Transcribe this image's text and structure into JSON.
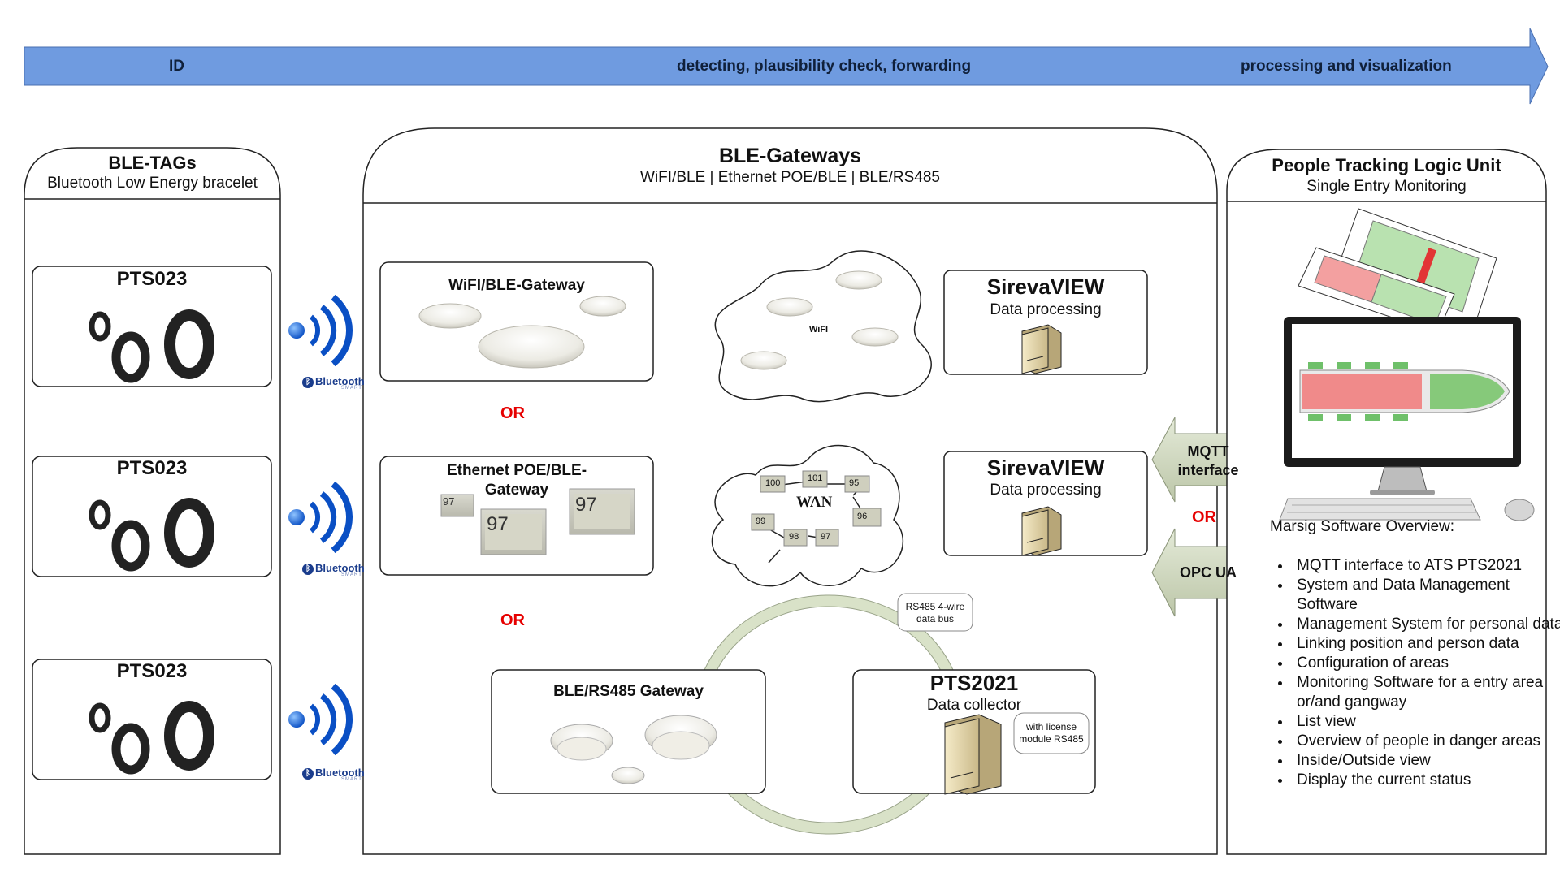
{
  "arrow": {
    "stage1": "ID",
    "stage2": "detecting, plausibility check, forwarding",
    "stage3": "processing and visualization",
    "color": "#6f9be0"
  },
  "tags_panel": {
    "title": "BLE-TAGs",
    "subtitle": "Bluetooth Low Energy bracelet",
    "tags": [
      {
        "label": "PTS023"
      },
      {
        "label": "PTS023"
      },
      {
        "label": "PTS023"
      }
    ],
    "bluetooth_logo": "Bluetooth",
    "bluetooth_smart": "SMART"
  },
  "gateways_panel": {
    "title": "BLE-Gateways",
    "subtitle": "WiFI/BLE | Ethernet POE/BLE | BLE/RS485",
    "wifi_gateway": "WiFI/BLE-Gateway",
    "ethernet_gateway": "Ethernet POE/BLE-\nGateway",
    "rs485_gateway": "BLE/RS485 Gateway",
    "or_label": "OR",
    "wifi_cloud_label": "WiFI",
    "wan_label": "WAN",
    "wan_nodes": [
      "100",
      "101",
      "95",
      "96",
      "99",
      "98",
      "97"
    ],
    "display_values": [
      "97",
      "97",
      "97"
    ],
    "rs485_callout": "RS485 4-wire\ndata bus",
    "sireva1": {
      "title": "SirevaVIEW",
      "subtitle": "Data processing"
    },
    "sireva2": {
      "title": "SirevaVIEW",
      "subtitle": "Data processing"
    },
    "pts2021": {
      "title": "PTS2021",
      "subtitle": "Data collector",
      "callout": "with license\nmodule RS485"
    }
  },
  "interfaces": {
    "mqtt": "MQTT\ninterface",
    "or_label": "OR",
    "opc": "OPC UA"
  },
  "logic_panel": {
    "title": "People Tracking Logic Unit",
    "subtitle": "Single Entry Monitoring",
    "overview_title": "Marsig Software Overview:",
    "overview_items": [
      "MQTT interface to ATS PTS2021",
      "System and Data Management Software",
      "Management System for personal data",
      "Linking position and person data",
      "Configuration of areas",
      "Monitoring Software for a entry area or/and gangway",
      "List view",
      "Overview of people in danger areas",
      "Inside/Outside view",
      "Display the current status"
    ]
  }
}
